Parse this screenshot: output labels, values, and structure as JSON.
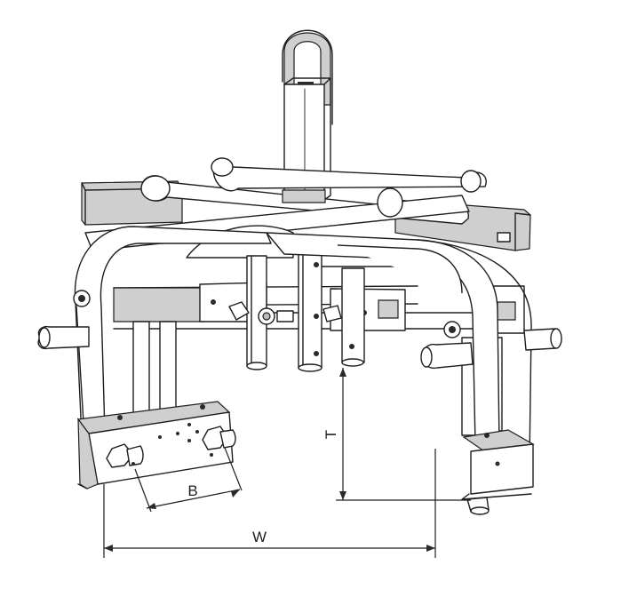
{
  "dimensions": {
    "width_label": "W",
    "opening_label": "B",
    "height_label": "T"
  },
  "colors": {
    "line": "#1e1e1e",
    "shade": "#cfcfcf",
    "shade_dark": "#b9b9b9",
    "background": "#ffffff"
  }
}
